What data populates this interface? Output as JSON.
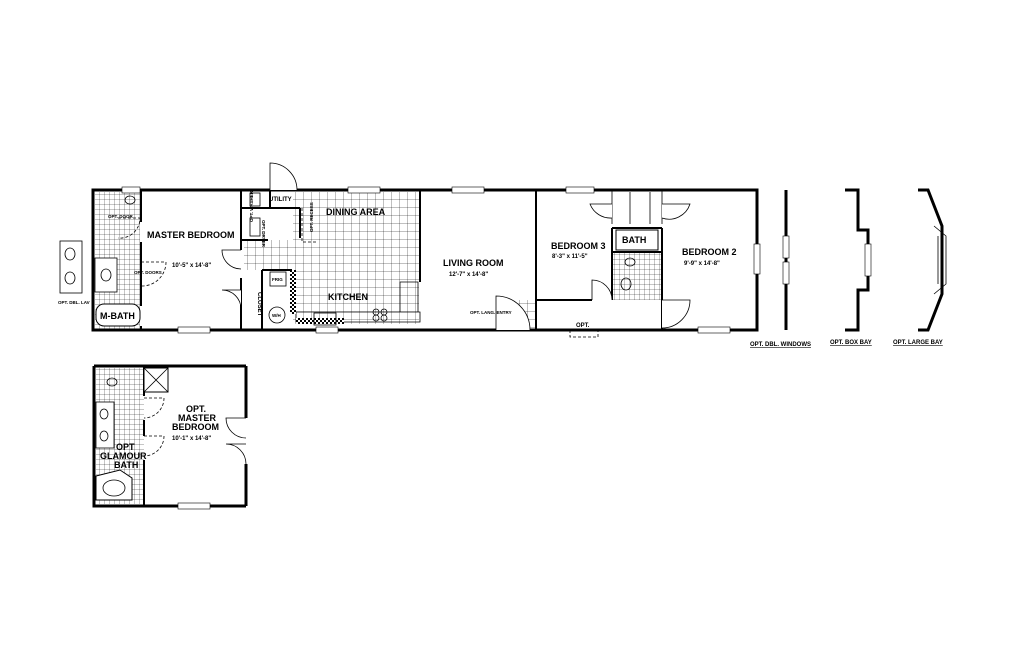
{
  "main_plan": {
    "rooms": {
      "master_bedroom": {
        "name": "MASTER BEDROOM",
        "dims": "10'-5\" x 14'-8\""
      },
      "m_bath": {
        "name": "M-BATH"
      },
      "utility": {
        "name": "UTILITY"
      },
      "closet": {
        "name": "CLOSET"
      },
      "dining_area": {
        "name": "DINING AREA"
      },
      "kitchen": {
        "name": "KITCHEN"
      },
      "living_room": {
        "name": "LIVING ROOM",
        "dims": "12'-7\" x 14'-8\""
      },
      "bedroom_3": {
        "name": "BEDROOM 3",
        "dims": "8'-3\" x 11'-5\""
      },
      "bath": {
        "name": "BATH"
      },
      "bedroom_2": {
        "name": "BEDROOM 2",
        "dims": "9'-9\" x 14'-8\""
      }
    },
    "notes": {
      "opt_dbl_lav": "OPT. DBL. LAV",
      "opt_door": "OPT. DOOR",
      "opt_doors": "OPT. DOORS",
      "opt_dryer": "OPT. DRYER",
      "opt_washer": "OPT. WASHER",
      "opt_recess": "OPT. RECESS",
      "opt_lang_entry": "OPT. LANG. ENTRY",
      "opt": "OPT.",
      "w_h": "W/H",
      "fridge": "FRIG"
    }
  },
  "alternate_plan": {
    "opt_master_bedroom_line1": "OPT.",
    "opt_master_bedroom_line2": "MASTER",
    "opt_master_bedroom_line3": "BEDROOM",
    "dims": "10'-1\" x 14'-8\"",
    "glamour_bath_line1": "OPT",
    "glamour_bath_line2": "GLAMOUR",
    "glamour_bath_line3": "BATH"
  },
  "options": {
    "dbl_windows": "OPT. DBL. WINDOWS",
    "box_bay": "OPT. BOX BAY",
    "large_bay": "OPT. LARGE BAY"
  }
}
